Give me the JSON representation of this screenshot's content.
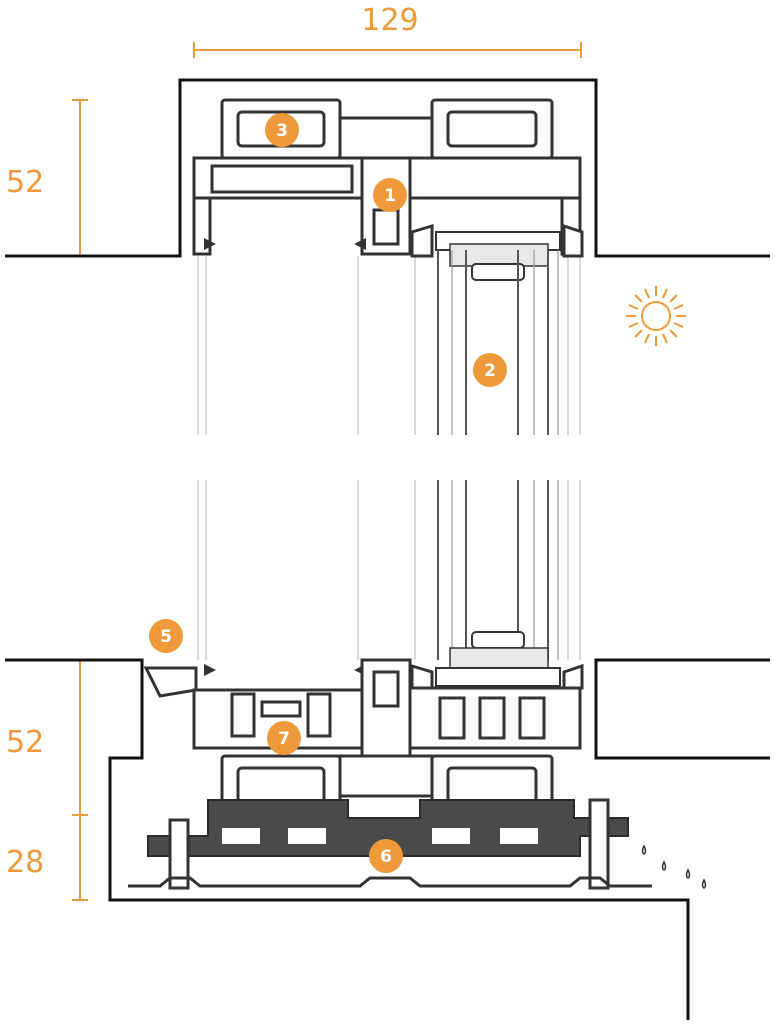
{
  "dimensions": {
    "width": "129",
    "top_height": "52",
    "bottom_height": "52",
    "base_height": "28"
  },
  "callouts": [
    {
      "id": "1",
      "label": "1"
    },
    {
      "id": "2",
      "label": "2"
    },
    {
      "id": "3",
      "label": "3"
    },
    {
      "id": "5",
      "label": "5"
    },
    {
      "id": "6",
      "label": "6"
    },
    {
      "id": "7",
      "label": "7"
    }
  ],
  "colors": {
    "accent": "#EE9A3A",
    "outline": "#111111",
    "profile": "#333333",
    "dark_profile": "#4a4a4a",
    "glass": "#c9c9c9"
  },
  "icons": [
    "sun-icon",
    "rain-drops-icon"
  ]
}
